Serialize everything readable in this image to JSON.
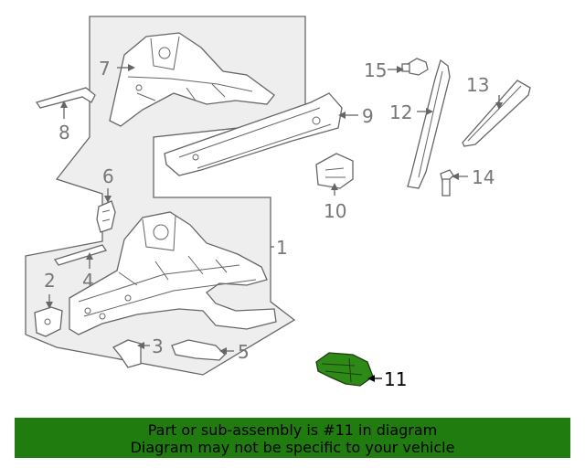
{
  "callouts": {
    "c1": "1",
    "c2": "2",
    "c3": "3",
    "c4": "4",
    "c5": "5",
    "c6": "6",
    "c7": "7",
    "c8": "8",
    "c9": "9",
    "c10": "10",
    "c11": "11",
    "c12": "12",
    "c13": "13",
    "c14": "14",
    "c15": "15"
  },
  "highlight": {
    "part": "11",
    "color": "#217c10"
  },
  "banner": {
    "line1": "Part or sub-assembly is #11 in diagram",
    "line2": "Diagram may not be specific to your vehicle",
    "color": "#217c10"
  }
}
